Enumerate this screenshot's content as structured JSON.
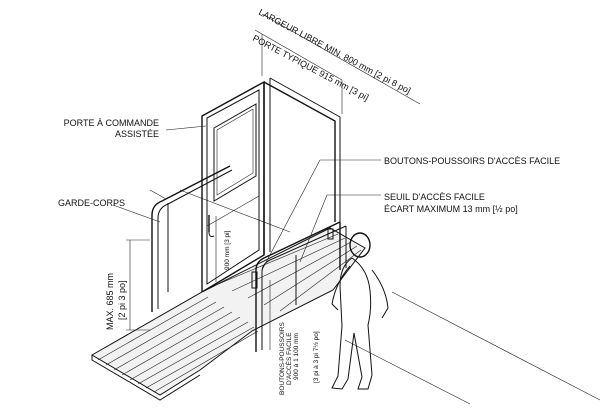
{
  "labels": {
    "largeur_libre": "LARGEUR LIBRE MIN. 800 mm [2 pi 8 po]",
    "porte_typique": "PORTE TYPIQUE 915 mm [3 pi]",
    "porte_commande_1": "PORTE À COMMANDE",
    "porte_commande_2": "ASSISTÉE",
    "boutons_poussoirs": "BOUTONS-POUSSOIRS D'ACCÈS FACILE",
    "seuil_1": "SEUIL D'ACCÈS FACILE",
    "seuil_2": "ÉCART MAXIMUM 13 mm [½ po]",
    "garde_corps": "GARDE-CORPS",
    "max_685_1": "MAX. 685 mm",
    "max_685_2": "[2 pi 3 po]",
    "dim_900": "900 mm [3 pi]",
    "bp_vert_1": "BOUTONS-POUSSOIRS",
    "bp_vert_2": "D'ACCÈS FACILE",
    "bp_vert_3": "900 à 1 100 mm",
    "bp_vert_4": "[3 pi à 3 pi 7½ po]"
  }
}
